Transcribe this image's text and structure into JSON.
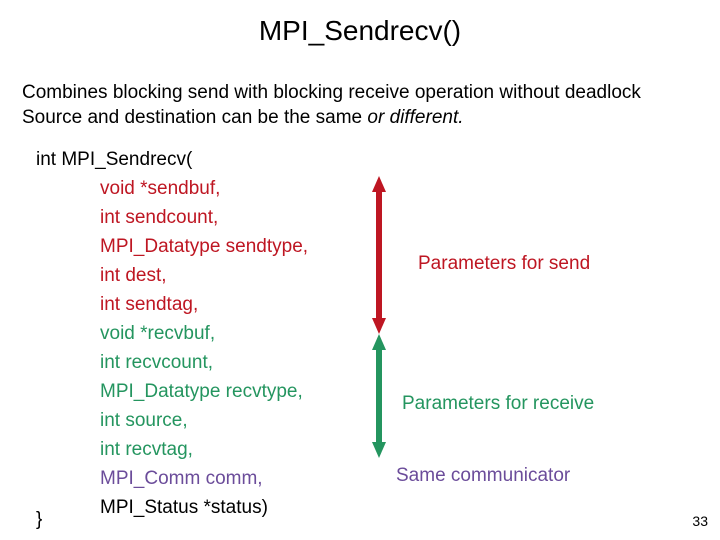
{
  "slide": {
    "title": "MPI_Sendrecv()",
    "page_number": "33",
    "intro": {
      "plain": "Combines blocking send with blocking receive operation without deadlock Source and destination can be the same ",
      "italic": "or different."
    },
    "code": {
      "signature": "int MPI_Sendrecv(",
      "closing_brace": "}",
      "lines": [
        {
          "text": "void *sendbuf,",
          "group": "send"
        },
        {
          "text": "int sendcount,",
          "group": "send"
        },
        {
          "text": "MPI_Datatype sendtype,",
          "group": "send"
        },
        {
          "text": "int dest,",
          "group": "send"
        },
        {
          "text": "int sendtag,",
          "group": "send"
        },
        {
          "text": "void *recvbuf,",
          "group": "receive"
        },
        {
          "text": "int recvcount,",
          "group": "receive"
        },
        {
          "text": "MPI_Datatype recvtype,",
          "group": "receive"
        },
        {
          "text": "int source,",
          "group": "receive"
        },
        {
          "text": "int recvtag,",
          "group": "receive"
        },
        {
          "text": "MPI_Comm comm,",
          "group": "communicator"
        },
        {
          "text": "MPI_Status *status)",
          "group": "status"
        }
      ]
    },
    "annotations": [
      {
        "label": "Parameters for send",
        "color": "#BE1622",
        "arrow": "double-headed-vertical-arrow-red"
      },
      {
        "label": "Parameters for receive",
        "color": "#24955F",
        "arrow": "double-headed-vertical-arrow-green"
      },
      {
        "label": "Same communicator",
        "color": "#6B4C9A",
        "arrow": "none"
      }
    ],
    "colors": {
      "send": "#BE1622",
      "receive": "#24955F",
      "communicator": "#6B4C9A",
      "status": "#000000",
      "background": "#FFFFFF"
    }
  }
}
